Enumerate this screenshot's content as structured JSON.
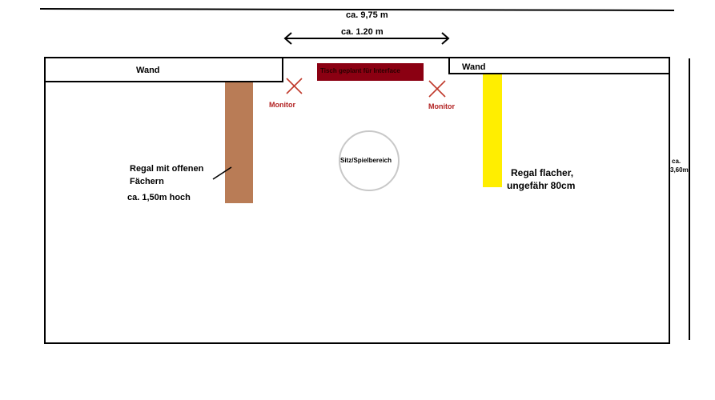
{
  "labels": {
    "total_width": "ca. 9,75 m",
    "opening_width": "ca. 1.20 m",
    "wall_left": "Wand",
    "wall_right": "Wand",
    "table": "Tisch geplant für Interface",
    "monitor_left": "Monitor",
    "monitor_right": "Monitor",
    "seating": "Sitz/Spielbereich",
    "shelf_left_line1": "Regal mit offenen",
    "shelf_left_line2": "Fächern",
    "shelf_left_height": "ca. 1,50m hoch",
    "shelf_right_line1": "Regal flacher,",
    "shelf_right_line2": "ungefähr 80cm",
    "depth_line1": "ca.",
    "depth_line2": "3,60m"
  },
  "colors": {
    "table": "#8b0012",
    "shelf_left": "#b97c56",
    "shelf_right": "#ffee00",
    "monitor_mark": "#c0392b",
    "seating_outline": "#c8c8c8",
    "lines": "#000000"
  }
}
